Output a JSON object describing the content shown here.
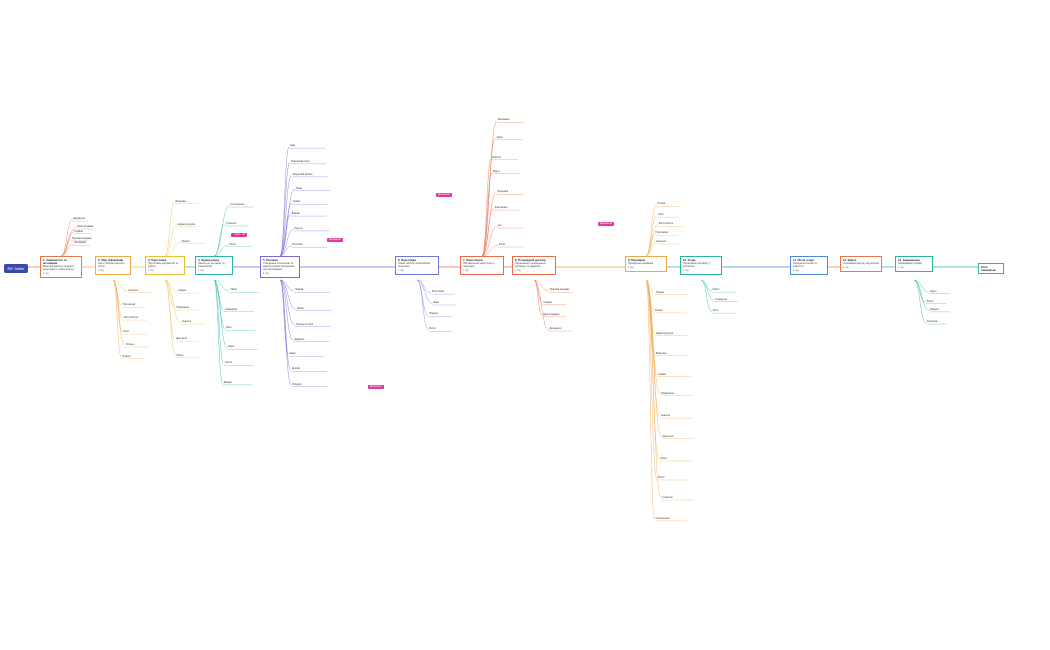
{
  "root": {
    "label": "RE Seller"
  },
  "colors": {
    "root": "#3a4aa8",
    "tag": "#e0359a"
  },
  "stages": [
    {
      "title": "1. Знайомство та мотивація",
      "desc": "Власник вирішує продати нерухомість через агента",
      "meta": "1 год"
    },
    {
      "title": "2. Збір інформації",
      "desc": "Агент збирає дані про об'єкт",
      "meta": "1 год"
    },
    {
      "title": "3. Підготовка",
      "desc": "Підготовка документів та оцінки",
      "meta": "1 год"
    },
    {
      "title": "4. Оцінка ринку",
      "desc": "Аналіз цін на ринку та конкурентів",
      "meta": "1 год"
    },
    {
      "title": "5. Реклама",
      "desc": "Створення оголошень та маркетингових матеріалів для просування",
      "meta": "1 год"
    },
    {
      "title": "6. Перегляди",
      "desc": "Показ об'єкта потенційним покупцям",
      "meta": "1 год"
    },
    {
      "title": "7. Переговори",
      "desc": "Обговорення умов угоди з покупцем",
      "meta": "1 год"
    },
    {
      "title": "8. Попередній договір",
      "desc": "Підписання попереднього договору та завдаток",
      "meta": "1 год"
    },
    {
      "title": "9. Перевірки",
      "desc": "Юридична перевірка",
      "meta": "1 год"
    },
    {
      "title": "10. Угода",
      "desc": "Підписання договору у нотаріуса",
      "meta": "1 год"
    },
    {
      "title": "11. Після угоди",
      "desc": "Передача ключів та закриття",
      "meta": "1 год"
    },
    {
      "title": "12. Відгук",
      "desc": "Отримання відгуку від клієнта",
      "meta": "1 год"
    },
    {
      "title": "13. Завершення",
      "desc": "Архівування справи",
      "meta": "1 год"
    }
  ],
  "side_card": {
    "title": "Етап завершено",
    "desc": ""
  },
  "tags": [
    "Документи",
    "Документи",
    "Документи",
    "Документи",
    "Документи",
    "Етап"
  ],
  "labels": [
    "Мотивація",
    "Причина продажу",
    "Терміни",
    "Ціна очікувана",
    "Документи",
    "Контакти",
    "Пропозиція",
    "Фото об'єкта",
    "Опис",
    "Площа",
    "Поверх",
    "Ремонт",
    "Інфраструктура",
    "Власники",
    "Оцінка",
    "Порівняння",
    "Аналоги",
    "Ціна за м²",
    "Ринок",
    "Попит",
    "Стратегія",
    "Оголошення",
    "Сайти",
    "Соцмережі",
    "Фото",
    "Відео",
    "Тексти",
    "Банери",
    "Розсилка",
    "Покупці",
    "Дзвінки",
    "Графік",
    "Показ",
    "Зворотний зв'язок",
    "Повторний показ",
    "Ціна",
    "Знижка",
    "Умови",
    "Терміни оплати",
    "Завдаток",
    "Аванс",
    "Договір",
    "Нотаріус",
    "Реєстрація",
    "Банк",
    "Податки",
    "Витяг",
    "Ключі",
    "Акт",
    "Комунальні",
    "Передача",
    "Відгук",
    "Рейтинг",
    "Архів"
  ]
}
